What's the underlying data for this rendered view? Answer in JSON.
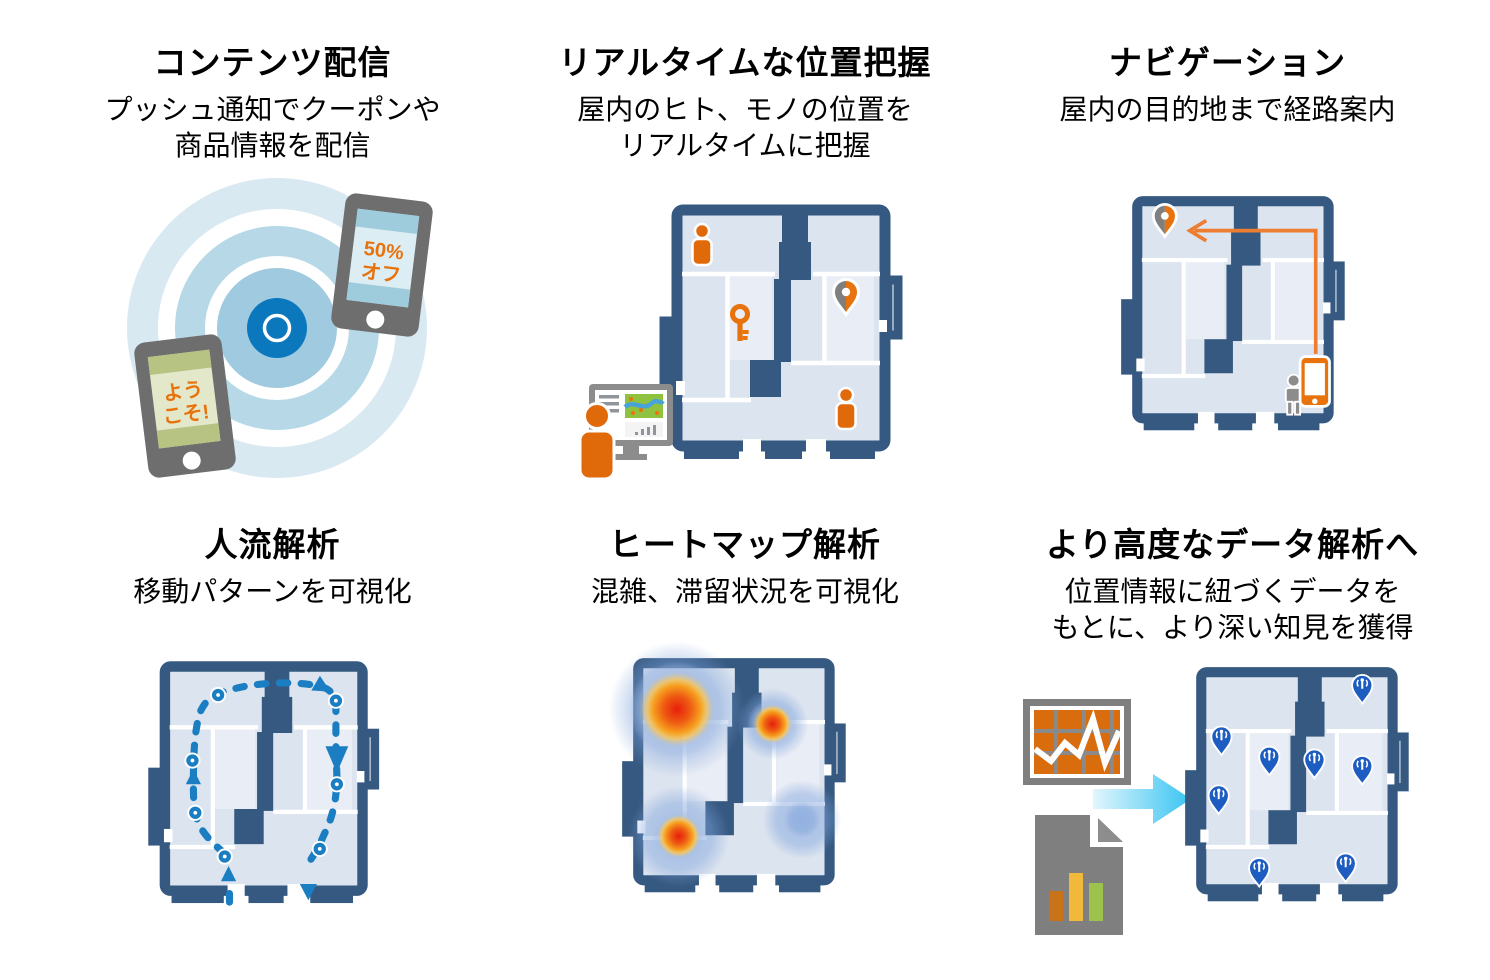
{
  "page": {
    "background": "#ffffff"
  },
  "colors": {
    "heading": "#000000",
    "wall_navy": "#355980",
    "floor": "#dce4ef",
    "accent_orange": "#e8720c",
    "flow_blue": "#1b7ec2",
    "beacon_blue": "#0b78be",
    "pin_blue": "#1d5cc0",
    "route_orange": "#ed7d31",
    "arrow_cyan": "#45c8f1",
    "heat_red": "#e81f0c",
    "gray_device": "#6e6e6e"
  },
  "panels": [
    {
      "id": "content-delivery",
      "title": "コンテンツ配信",
      "subtitle": "プッシュ通知でクーポンや\n商品情報を配信",
      "phone_coupon": {
        "line1": "50%",
        "line2": "オフ"
      },
      "phone_welcome": {
        "line1": "よう",
        "line2": "こそ!"
      },
      "icons": [
        "beacon-waves-icon",
        "smartphone-icon",
        "smartphone-icon"
      ]
    },
    {
      "id": "realtime-location",
      "title": "リアルタイムな位置把握",
      "subtitle": "屋内のヒト、モノの位置を\nリアルタイムに把握",
      "icons": [
        "floorplan",
        "person-icon",
        "person-icon",
        "key-icon",
        "location-pin-icon",
        "monitor-icon",
        "operator-icon"
      ]
    },
    {
      "id": "navigation",
      "title": "ナビゲーション",
      "subtitle": "屋内の目的地まで経路案内",
      "icons": [
        "floorplan",
        "location-pin-icon",
        "route-arrow-icon",
        "pedestrian-icon",
        "smartphone-icon"
      ]
    },
    {
      "id": "flow-analysis",
      "title": "人流解析",
      "subtitle": "移動パターンを可視化",
      "icons": [
        "floorplan",
        "dashed-route-icon",
        "waypoint-dot-icon"
      ]
    },
    {
      "id": "heatmap-analysis",
      "title": "ヒートマップ解析",
      "subtitle": "混雑、滞留状況を可視化",
      "icons": [
        "floorplan",
        "heat-blob-icon"
      ]
    },
    {
      "id": "advanced-analytics",
      "title": "より高度なデータ解析へ",
      "subtitle": "位置情報に紐づくデータを\nもとに、より深い知見を獲得",
      "icons": [
        "line-chart-icon",
        "bar-chart-document-icon",
        "transfer-arrow-icon",
        "floorplan",
        "beacon-pin-icon"
      ]
    }
  ]
}
